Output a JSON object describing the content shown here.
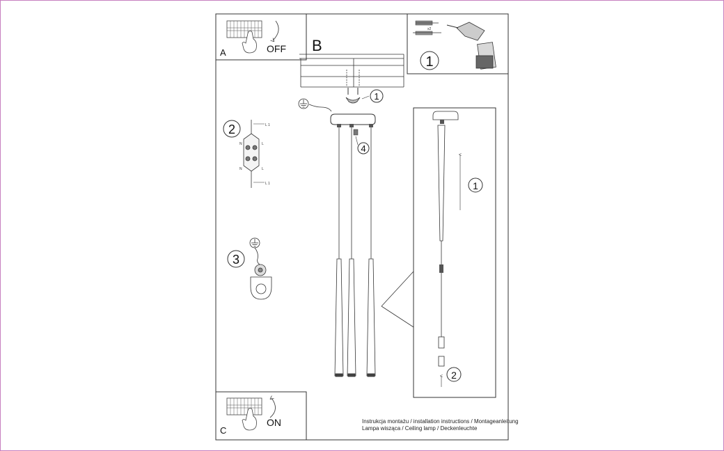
{
  "panels": {
    "a": {
      "letter": "A",
      "switch_text": "OFF"
    },
    "b": {
      "letter": "B"
    },
    "c": {
      "letter": "C",
      "switch_text": "ON"
    }
  },
  "steps": {
    "drill": "1",
    "ceiling_mount": "1",
    "connector": "2",
    "ground": "3",
    "canopy": "4",
    "detail_raise": "1",
    "detail_plug": "2"
  },
  "terminal_labels": {
    "l1_top": "L 1",
    "l1_bottom": "L 1",
    "n_top": "N",
    "n_bottom": "N",
    "l_top": "L",
    "l_bottom": "L"
  },
  "anchor_count": "x2",
  "footer": {
    "line1": "Instrukcja montażu / installation instructions / Montageanleitung",
    "line2": "Lampa wisząca / Ceiling lamp / Deckenleuchte"
  },
  "colors": {
    "frame": "#c77fbf",
    "line": "#333333"
  }
}
